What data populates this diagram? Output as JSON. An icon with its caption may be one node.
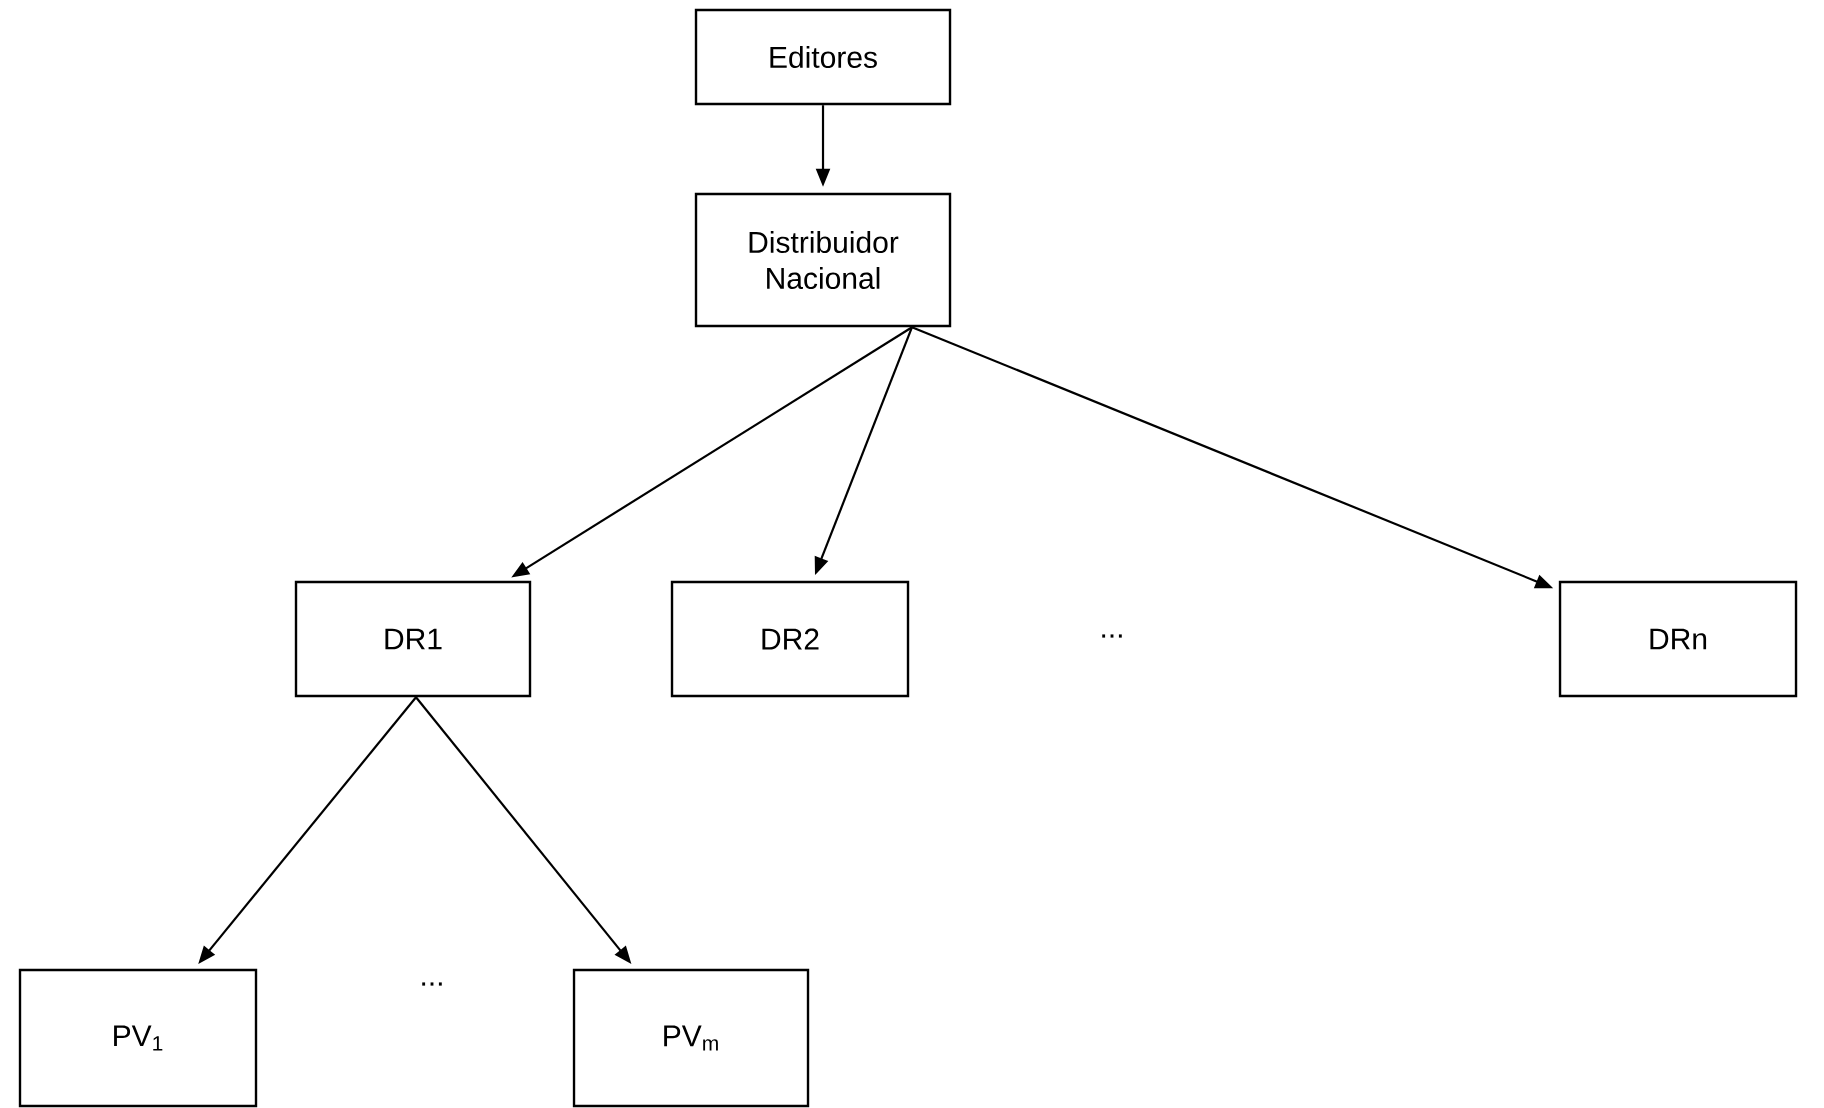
{
  "diagram": {
    "nodes": [
      {
        "text": [
          "Editores"
        ]
      },
      {
        "text": [
          "Distribuidor Nacional"
        ]
      },
      {
        "text": [
          "DR1"
        ]
      },
      {
        "text": [
          "DR2"
        ]
      },
      {
        "text": [
          "DRn"
        ]
      },
      {
        "text": [
          "PV$_{1}$"
        ]
      },
      {
        "text": [
          "PV$_{m}$"
        ]
      }
    ],
    "edges": [
      {
        "from": 0,
        "to": 1,
        "arrow": "to"
      },
      {
        "from": 1,
        "to": 2,
        "arrow": "to"
      },
      {
        "from": 1,
        "to": 3,
        "arrow": "to"
      },
      {
        "from": 1,
        "to": 4,
        "arrow": "to"
      },
      {
        "from": 2,
        "to": 5,
        "arrow": "to"
      },
      {
        "from": 2,
        "to": 6,
        "arrow": "to"
      }
    ],
    "labels": [
      "...",
      "..."
    ]
  }
}
